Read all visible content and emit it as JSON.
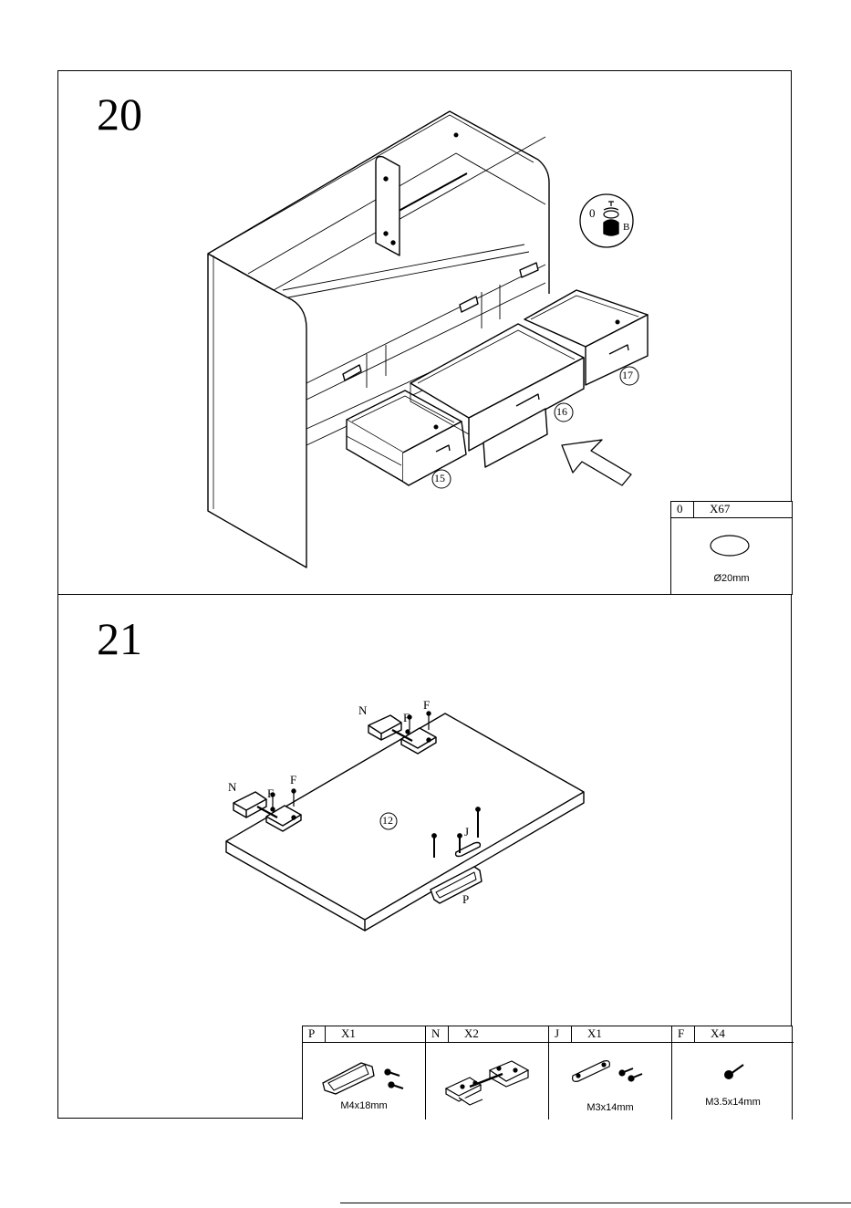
{
  "step20": {
    "number": "20",
    "parts": {
      "drawer_left": "15",
      "drawer_middle": "16",
      "drawer_right": "17"
    },
    "callout": {
      "cap": "0",
      "cam": "B"
    },
    "hardware": {
      "letter": "0",
      "qty": "X67",
      "size": "Ø20mm",
      "icon": "round-cap-icon"
    }
  },
  "step21": {
    "number": "21",
    "panel": "12",
    "labels": {
      "n1": "N",
      "f1": "F",
      "f2": "F",
      "n2": "N",
      "f3": "F",
      "f4": "F",
      "j": "J",
      "p": "P"
    },
    "hardware": [
      {
        "letter": "P",
        "qty": "X1",
        "size": "M4x18mm",
        "icon": "handle-icon"
      },
      {
        "letter": "N",
        "qty": "X2",
        "size": "",
        "icon": "hinge-icon"
      },
      {
        "letter": "J",
        "qty": "X1",
        "size": "M3x14mm",
        "icon": "plate-icon"
      },
      {
        "letter": "F",
        "qty": "X4",
        "size": "M3.5x14mm",
        "icon": "screw-icon"
      }
    ]
  }
}
